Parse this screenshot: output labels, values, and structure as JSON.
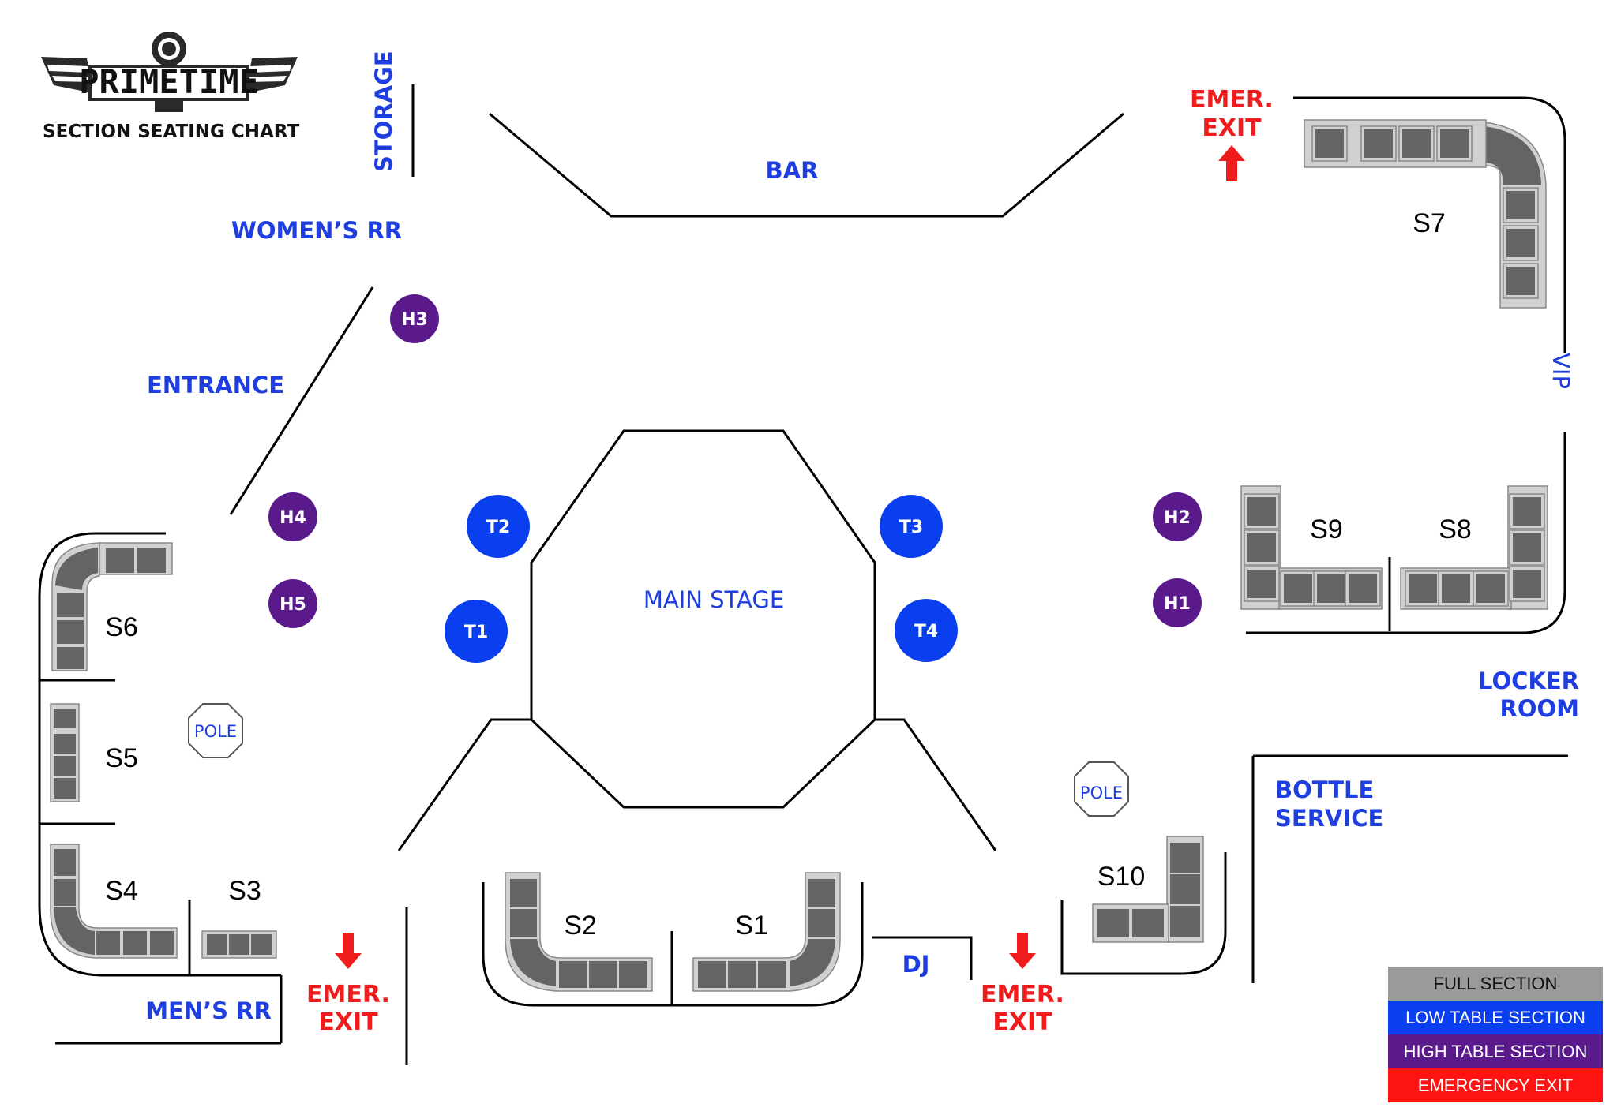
{
  "logo": {
    "brand": "PRIMETIME",
    "subtitle": "SECTION SEATING CHART"
  },
  "areas": {
    "storage": "STORAGE",
    "bar": "BAR",
    "womens_rr": "WOMEN’S RR",
    "entrance": "ENTRANCE",
    "main_stage": "MAIN STAGE",
    "vip": "VIP",
    "locker_room_1": "LOCKER",
    "locker_room_2": "ROOM",
    "bottle_service_1": "BOTTLE",
    "bottle_service_2": "SERVICE",
    "mens_rr": "MEN’S RR",
    "dj": "DJ",
    "pole": "POLE"
  },
  "exits": {
    "line1": "EMER.",
    "line2": "EXIT"
  },
  "sections": [
    "S1",
    "S2",
    "S3",
    "S4",
    "S5",
    "S6",
    "S7",
    "S8",
    "S9",
    "S10"
  ],
  "low_tables": [
    "T1",
    "T2",
    "T3",
    "T4"
  ],
  "high_tables": [
    "H1",
    "H2",
    "H3",
    "H4",
    "H5"
  ],
  "colors": {
    "full_section": "#9a9a9a",
    "low_table": "#0a3ff0",
    "high_table": "#5a1a8c",
    "emergency": "#ff1414",
    "label_blue": "#1f3ee0",
    "seat": "#646464"
  },
  "legend": [
    {
      "label": "FULL SECTION",
      "key": "full_section"
    },
    {
      "label": "LOW TABLE SECTION",
      "key": "low_table"
    },
    {
      "label": "HIGH TABLE SECTION",
      "key": "high_table"
    },
    {
      "label": "EMERGENCY EXIT",
      "key": "emergency"
    }
  ]
}
